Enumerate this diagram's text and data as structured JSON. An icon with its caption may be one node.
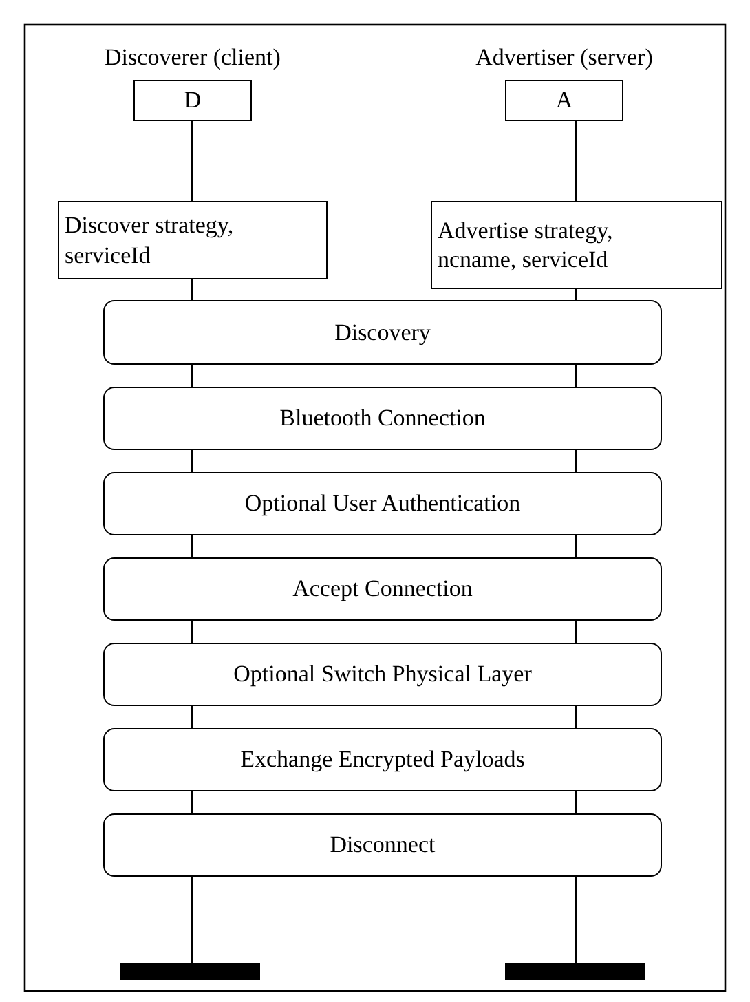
{
  "diagram": {
    "nodes": [
      {
        "text": [
          "Discoverer (client)",
          "D"
        ]
      },
      {
        "text": [
          "Advertiser (server)",
          "A"
        ]
      },
      {
        "text": [
          "Discover strategy, serviceId"
        ]
      },
      {
        "text": [
          "Advertise strategy, ncname, serviceId"
        ]
      },
      {
        "text": [
          "Discovery"
        ]
      },
      {
        "text": [
          "Bluetooth Connection"
        ]
      },
      {
        "text": [
          "Optional User Authentication"
        ]
      },
      {
        "text": [
          "Accept Connection"
        ]
      },
      {
        "text": [
          "Optional Switch Physical Layer"
        ]
      },
      {
        "text": [
          "Exchange Encrypted Payloads"
        ]
      },
      {
        "text": [
          "Disconnect"
        ]
      },
      {
        "text": [],
        "shape": "bar"
      },
      {
        "text": [],
        "shape": "bar"
      }
    ],
    "edges": [
      {
        "from": 0,
        "to": 2,
        "arrow": "none"
      },
      {
        "from": 2,
        "to": 4,
        "arrow": "none"
      },
      {
        "from": 4,
        "to": 5,
        "arrow": "none"
      },
      {
        "from": 5,
        "to": 6,
        "arrow": "none"
      },
      {
        "from": 6,
        "to": 7,
        "arrow": "none"
      },
      {
        "from": 7,
        "to": 8,
        "arrow": "none"
      },
      {
        "from": 8,
        "to": 9,
        "arrow": "none"
      },
      {
        "from": 9,
        "to": 10,
        "arrow": "none"
      },
      {
        "from": 10,
        "to": 11,
        "arrow": "none"
      },
      {
        "from": 1,
        "to": 3,
        "arrow": "none"
      },
      {
        "from": 3,
        "to": 4,
        "arrow": "none"
      },
      {
        "from": 4,
        "to": 5,
        "arrow": "none"
      },
      {
        "from": 5,
        "to": 6,
        "arrow": "none"
      },
      {
        "from": 6,
        "to": 7,
        "arrow": "none"
      },
      {
        "from": 7,
        "to": 8,
        "arrow": "none"
      },
      {
        "from": 8,
        "to": 9,
        "arrow": "none"
      },
      {
        "from": 9,
        "to": 10,
        "arrow": "none"
      },
      {
        "from": 10,
        "to": 12,
        "arrow": "none"
      }
    ]
  }
}
